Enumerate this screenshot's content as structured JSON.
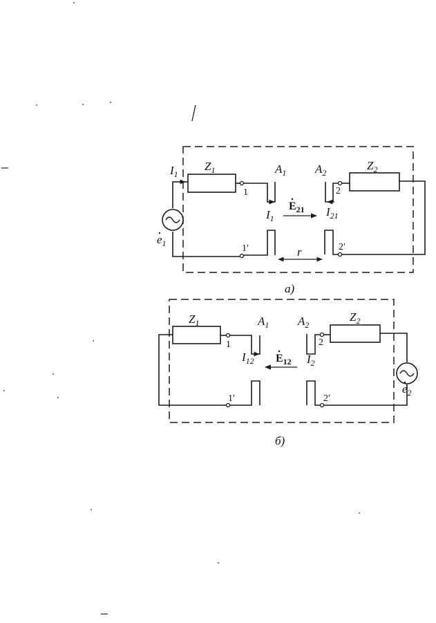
{
  "diagram_a": {
    "caption": "a)",
    "current_input": "I",
    "current_input_sub": "1",
    "impedance_left": "Z",
    "impedance_left_sub": "1",
    "impedance_right": "Z",
    "impedance_right_sub": "2",
    "antenna_left": "A",
    "antenna_left_sub": "1",
    "antenna_right": "A",
    "antenna_right_sub": "2",
    "terminal_1": "1",
    "terminal_1p": "1′",
    "terminal_2": "2",
    "terminal_2p": "2′",
    "current_left": "I",
    "current_left_sub": "1",
    "current_right": "I",
    "current_right_sub": "21",
    "field": "E",
    "field_sub": "21",
    "distance": "r",
    "source": "e",
    "source_sub": "1"
  },
  "diagram_b": {
    "caption": "б)",
    "impedance_left": "Z",
    "impedance_left_sub": "1",
    "impedance_right": "Z",
    "impedance_right_sub": "2",
    "antenna_left": "A",
    "antenna_left_sub": "1",
    "antenna_right": "A",
    "antenna_right_sub": "2",
    "terminal_1": "1",
    "terminal_1p": "1′",
    "terminal_2": "2",
    "terminal_2p": "2′",
    "current_left": "I",
    "current_left_sub": "12",
    "current_right": "I",
    "current_right_sub": "2",
    "field": "E",
    "field_sub": "12",
    "source": "e",
    "source_sub": "2"
  }
}
